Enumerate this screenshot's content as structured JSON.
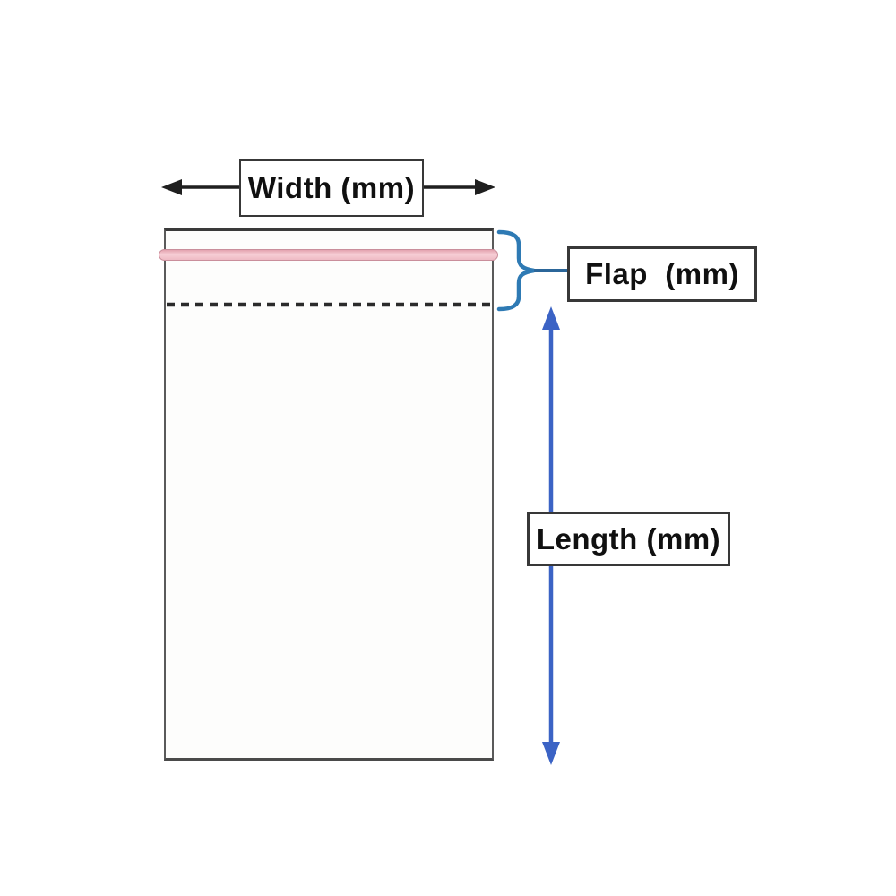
{
  "diagram": {
    "title": "bag-dimension-diagram",
    "labels": {
      "width": "Width (mm)",
      "flap": "Flap  (mm)",
      "length": "Length (mm)"
    },
    "colors": {
      "background": "#ffffff",
      "black_arrow": "#1f1f1f",
      "label_box_border": "#383838",
      "bag_border": "#4a4a4a",
      "adhesive_strip_fill": "#f7ced5",
      "adhesive_strip_edge": "#c98e9b",
      "fold_line": "#2b2b2b",
      "flap_brace_blue": "#2e7ab4",
      "length_arrow_blue": "#3b63c5"
    },
    "icons": {
      "width_arrow_left": "arrow-left",
      "width_arrow_right": "arrow-right",
      "flap_brace": "curly-brace-right",
      "length_arrow": "vertical-double-arrow",
      "fold_line": "dashed-horizontal-line"
    }
  }
}
